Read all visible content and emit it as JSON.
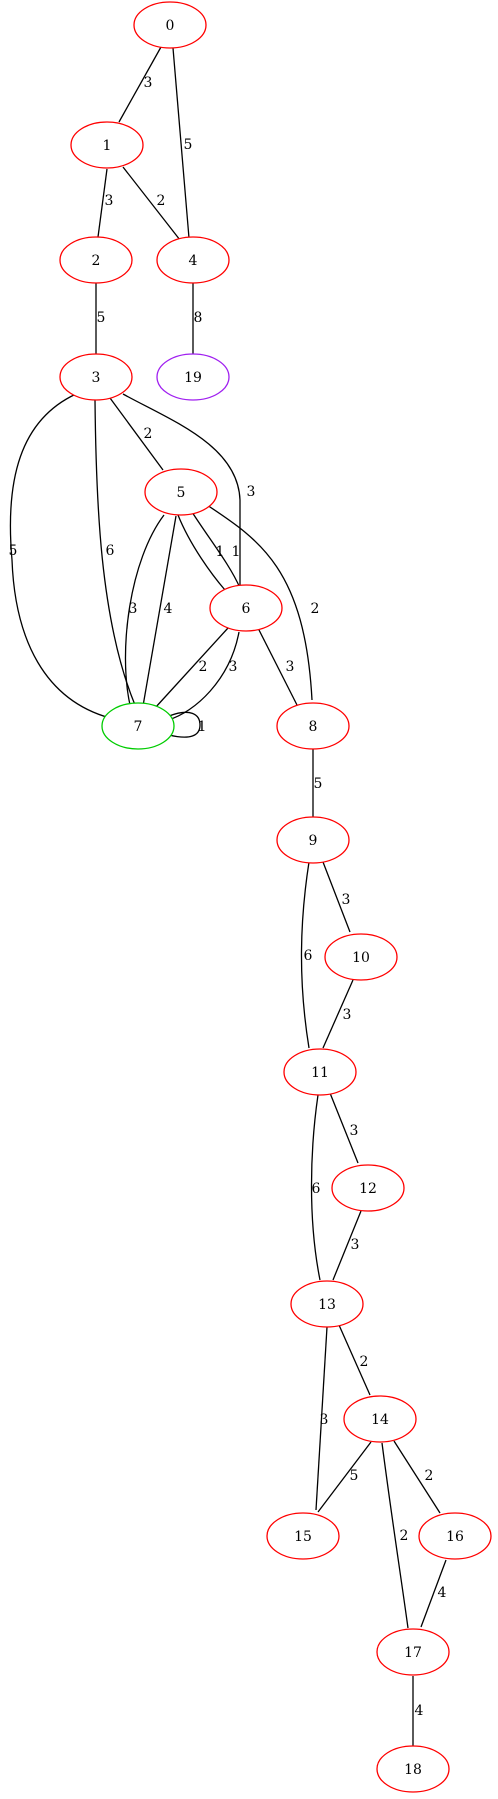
{
  "colors": {
    "node_default": "#ff0000",
    "node_start": "#00cc00",
    "node_end": "#a020f0",
    "edge": "#000000"
  },
  "nodes": [
    {
      "id": "n0",
      "label": "0",
      "color": "#ff0000"
    },
    {
      "id": "n1",
      "label": "1",
      "color": "#ff0000"
    },
    {
      "id": "n2",
      "label": "2",
      "color": "#ff0000"
    },
    {
      "id": "n3",
      "label": "3",
      "color": "#ff0000"
    },
    {
      "id": "n4",
      "label": "4",
      "color": "#ff0000"
    },
    {
      "id": "n5",
      "label": "5",
      "color": "#ff0000"
    },
    {
      "id": "n6",
      "label": "6",
      "color": "#ff0000"
    },
    {
      "id": "n7",
      "label": "7",
      "color": "#00cc00"
    },
    {
      "id": "n8",
      "label": "8",
      "color": "#ff0000"
    },
    {
      "id": "n9",
      "label": "9",
      "color": "#ff0000"
    },
    {
      "id": "n10",
      "label": "10",
      "color": "#ff0000"
    },
    {
      "id": "n11",
      "label": "11",
      "color": "#ff0000"
    },
    {
      "id": "n12",
      "label": "12",
      "color": "#ff0000"
    },
    {
      "id": "n13",
      "label": "13",
      "color": "#ff0000"
    },
    {
      "id": "n14",
      "label": "14",
      "color": "#ff0000"
    },
    {
      "id": "n15",
      "label": "15",
      "color": "#ff0000"
    },
    {
      "id": "n16",
      "label": "16",
      "color": "#ff0000"
    },
    {
      "id": "n17",
      "label": "17",
      "color": "#ff0000"
    },
    {
      "id": "n18",
      "label": "18",
      "color": "#ff0000"
    },
    {
      "id": "n19",
      "label": "19",
      "color": "#a020f0"
    }
  ],
  "edges": [
    {
      "from": "0",
      "to": "1",
      "weight": "3"
    },
    {
      "from": "0",
      "to": "4",
      "weight": "5"
    },
    {
      "from": "1",
      "to": "2",
      "weight": "3"
    },
    {
      "from": "1",
      "to": "4",
      "weight": "2"
    },
    {
      "from": "2",
      "to": "3",
      "weight": "5"
    },
    {
      "from": "4",
      "to": "19",
      "weight": "8"
    },
    {
      "from": "3",
      "to": "5",
      "weight": "2"
    },
    {
      "from": "3",
      "to": "6",
      "weight": "3"
    },
    {
      "from": "3",
      "to": "7",
      "weight": "5"
    },
    {
      "from": "3",
      "to": "7",
      "weight": "6"
    },
    {
      "from": "5",
      "to": "6",
      "weight": "1"
    },
    {
      "from": "5",
      "to": "6",
      "weight": "1"
    },
    {
      "from": "5",
      "to": "7",
      "weight": "3"
    },
    {
      "from": "5",
      "to": "7",
      "weight": "4"
    },
    {
      "from": "5",
      "to": "8",
      "weight": "2"
    },
    {
      "from": "6",
      "to": "7",
      "weight": "2"
    },
    {
      "from": "6",
      "to": "7",
      "weight": "3"
    },
    {
      "from": "6",
      "to": "8",
      "weight": "3"
    },
    {
      "from": "7",
      "to": "7",
      "weight": "1"
    },
    {
      "from": "8",
      "to": "9",
      "weight": "5"
    },
    {
      "from": "9",
      "to": "10",
      "weight": "3"
    },
    {
      "from": "9",
      "to": "11",
      "weight": "6"
    },
    {
      "from": "10",
      "to": "11",
      "weight": "3"
    },
    {
      "from": "11",
      "to": "12",
      "weight": "3"
    },
    {
      "from": "11",
      "to": "13",
      "weight": "6"
    },
    {
      "from": "12",
      "to": "13",
      "weight": "3"
    },
    {
      "from": "13",
      "to": "14",
      "weight": "2"
    },
    {
      "from": "13",
      "to": "15",
      "weight": "3"
    },
    {
      "from": "14",
      "to": "15",
      "weight": "5"
    },
    {
      "from": "14",
      "to": "16",
      "weight": "2"
    },
    {
      "from": "14",
      "to": "17",
      "weight": "2"
    },
    {
      "from": "16",
      "to": "17",
      "weight": "4"
    },
    {
      "from": "17",
      "to": "18",
      "weight": "4"
    }
  ]
}
